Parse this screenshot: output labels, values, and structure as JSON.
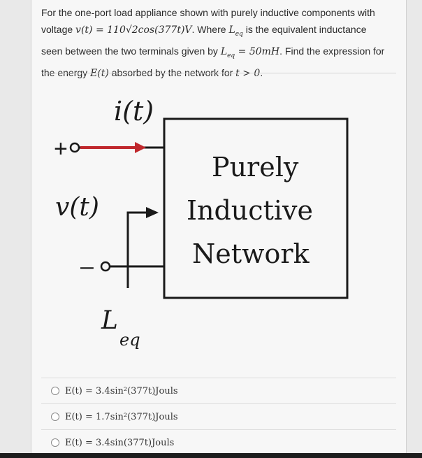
{
  "question": {
    "line1": "For the one-port load appliance shown with purely inductive components with",
    "line2a": "voltage ",
    "line2m": "v(t) = 110√2cos(377t)V",
    "line2b": ". Where ",
    "line2m2": "L",
    "line2sub": "eq",
    "line2c": " is the equivalent inductance",
    "line3a": "seen between the two terminals given by ",
    "line3m": "L",
    "line3sub": "eq",
    "line3m2": " = 50mH",
    "line3b": ". Find the expression for",
    "line4a": "the energy ",
    "line4m": "E(t)",
    "line4b": " absorbed by the network for ",
    "line4m2": "t > 0",
    "line4c": "."
  },
  "diagram": {
    "current_label": "i(t)",
    "plus": "+",
    "minus": "–",
    "voltage_label": "v(t)",
    "box_line1": "Purely",
    "box_line2": "Inductive",
    "box_line3": "Network",
    "inductance_main": "L",
    "inductance_sub": "eq",
    "colors": {
      "arrow": "#c0282d",
      "stroke": "#1a1a1a"
    }
  },
  "options": [
    {
      "text": "E(t) = 3.4sin²(377t)Jouls"
    },
    {
      "text": "E(t) = 1.7sin²(377t)Jouls"
    },
    {
      "text": "E(t) = 3.4sin(377t)Jouls"
    }
  ]
}
